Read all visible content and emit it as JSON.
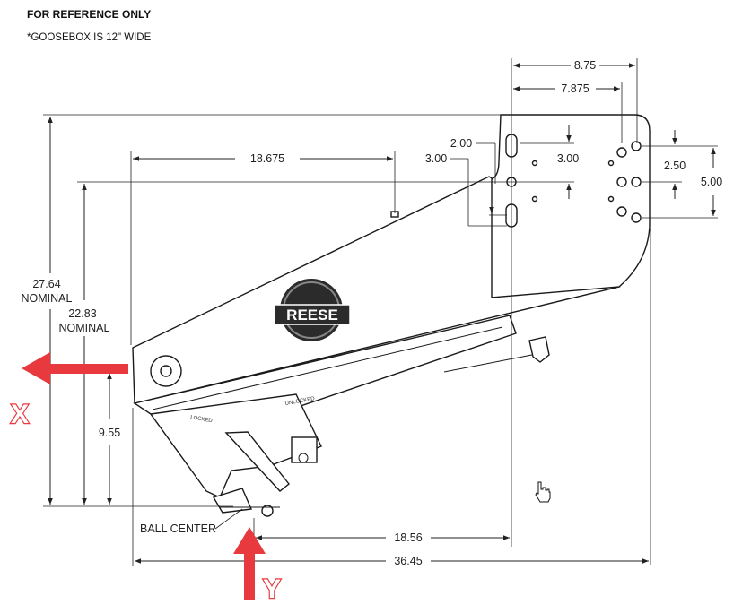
{
  "header": {
    "title": "FOR REFERENCE ONLY",
    "note": "*GOOSEBOX IS 12\" WIDE"
  },
  "logo": {
    "text": "REESE"
  },
  "dimensions": {
    "top_width": "8.75",
    "top_inner_width": "7.875",
    "slot_spacing": "2.00",
    "slot_span_left": "3.00",
    "slot_span_right": "3.00",
    "hole_spacing": "2.50",
    "hole_span": "5.00",
    "upper_length": "18.675",
    "total_height_value": "27.64",
    "total_height_suffix": "NOMINAL",
    "mid_height_value": "22.83",
    "mid_height_suffix": "NOMINAL",
    "pivot_height": "9.55",
    "ball_to_plate": "18.56",
    "total_length": "36.45"
  },
  "labels": {
    "ball_center": "BALL CENTER",
    "axis_x": "X",
    "axis_y": "Y",
    "locked_tag": "LOCKED",
    "unlocked_tag": "UNLOCKED"
  },
  "colors": {
    "arrow": "#e8393f",
    "line": "#222222"
  }
}
